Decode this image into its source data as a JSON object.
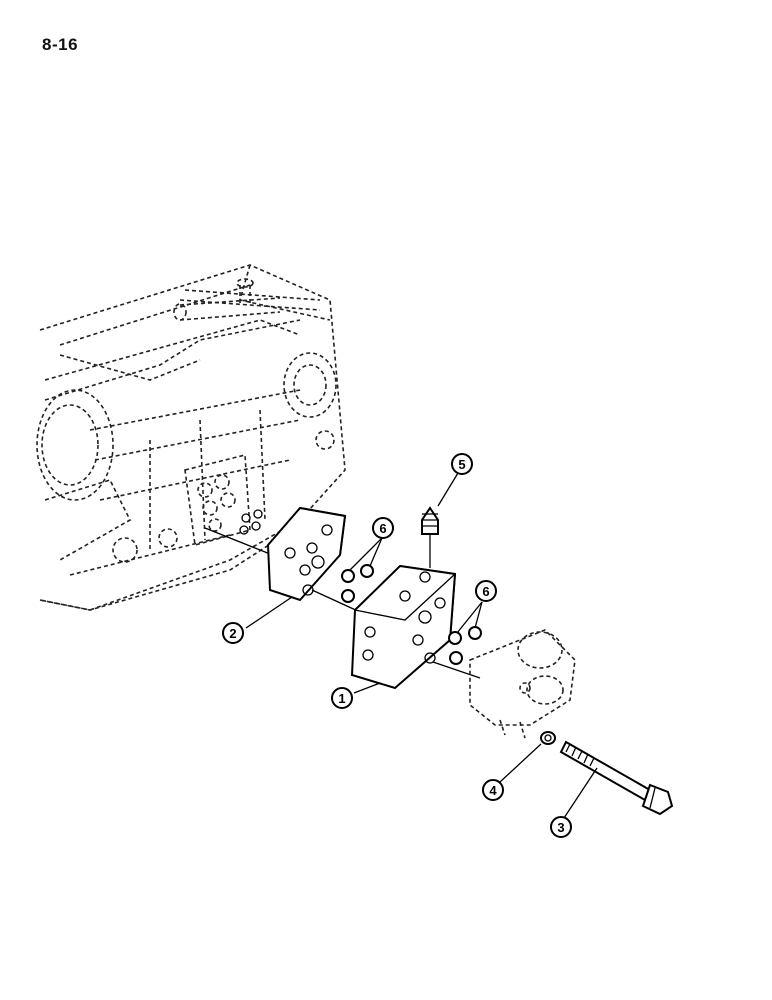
{
  "page": {
    "number": "8-16"
  },
  "callouts": [
    {
      "id": "1",
      "label": "1"
    },
    {
      "id": "2",
      "label": "2"
    },
    {
      "id": "3",
      "label": "3"
    },
    {
      "id": "4",
      "label": "4"
    },
    {
      "id": "5",
      "label": "5"
    },
    {
      "id": "6a",
      "label": "6"
    },
    {
      "id": "6b",
      "label": "6"
    }
  ]
}
